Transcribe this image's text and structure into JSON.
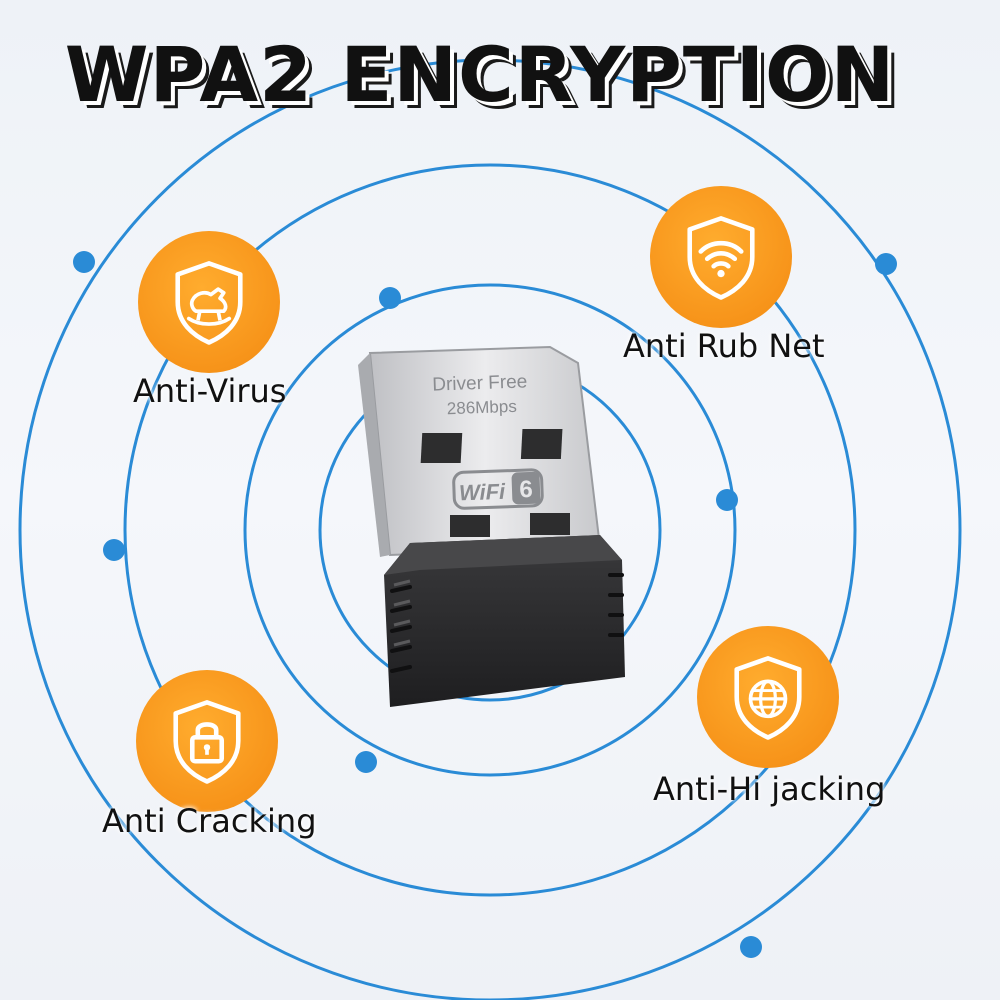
{
  "title": "WPA2 ENCRYPTION",
  "colors": {
    "accent_orange": "#f7941a",
    "ring_blue": "#2a8bd6",
    "background": "#eef2f7",
    "adapter_body": "#2b2b2d",
    "adapter_metal": "#d9dadd"
  },
  "features": [
    {
      "label": "Anti-Virus",
      "icon": "rocking-horse-shield-icon"
    },
    {
      "label": "Anti Rub Net",
      "icon": "wifi-shield-icon"
    },
    {
      "label": "Anti Cracking",
      "icon": "padlock-shield-icon"
    },
    {
      "label": "Anti-Hi jacking",
      "icon": "globe-shield-icon"
    }
  ],
  "adapter": {
    "line1": "Driver Free",
    "line2": "286Mbps",
    "wifi_logo": "WiFi",
    "wifi_version": "6"
  }
}
